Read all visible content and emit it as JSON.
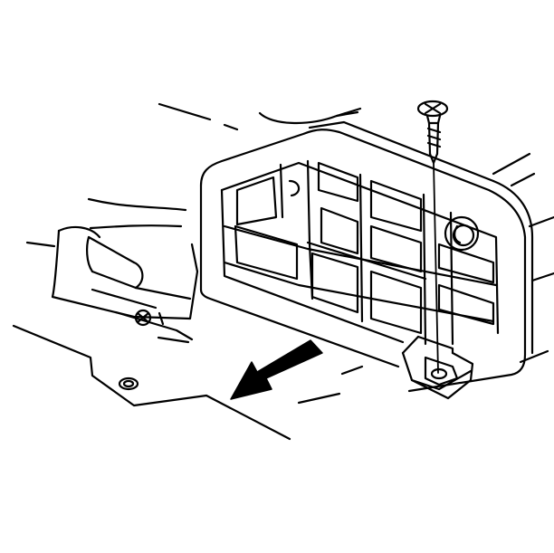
{
  "figure": {
    "caption": "",
    "line_color": "#000000",
    "background": "#ffffff"
  },
  "parts": [
    {
      "id": "screw",
      "icon": "phillips-screw-icon"
    },
    {
      "id": "cover-panel",
      "icon": "grid-cover-icon"
    },
    {
      "id": "removal-arrow",
      "icon": "arrow-down-left-icon"
    },
    {
      "id": "mounting-tab",
      "icon": "bracket-tab-icon"
    },
    {
      "id": "side-lever",
      "icon": "lever-icon"
    },
    {
      "id": "base-plate",
      "icon": "plate-icon"
    }
  ]
}
